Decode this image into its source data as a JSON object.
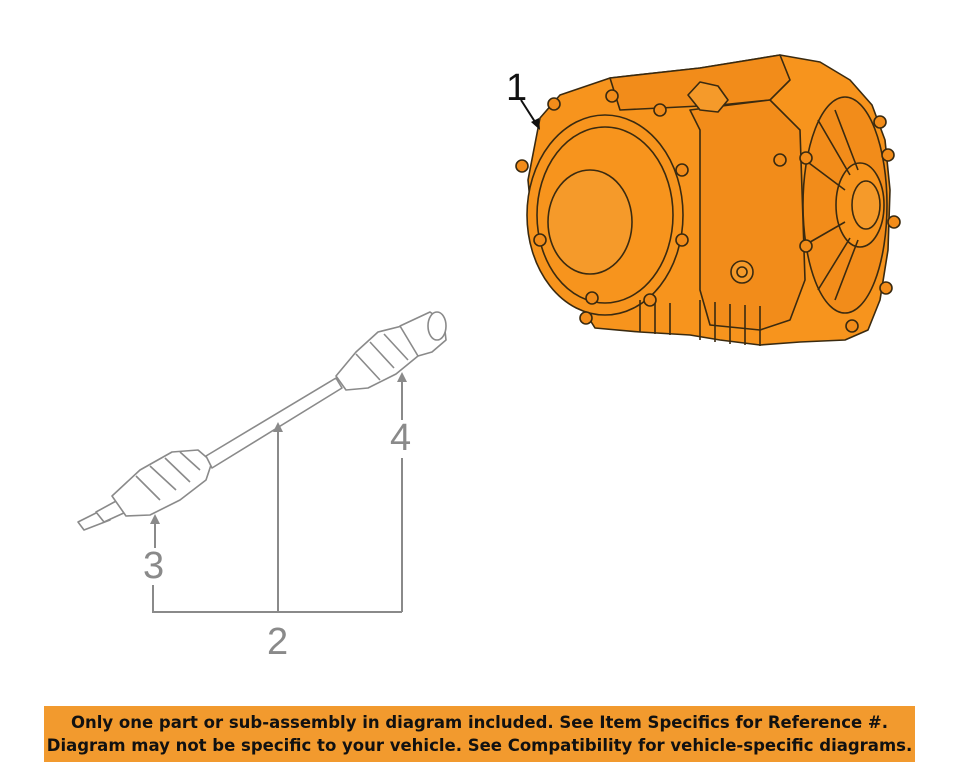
{
  "callouts": {
    "part_1": "1",
    "part_2": "2",
    "part_3": "3",
    "part_4": "4"
  },
  "colors": {
    "highlight": "#F7941D",
    "outline": "#3a2a10",
    "shaft": "#8a8a8a",
    "banner": "#F29A2E"
  },
  "banner": {
    "line1": "Only one part or sub-assembly in diagram included. See Item Specifics for Reference #.",
    "line2": "Diagram may not be specific to your vehicle. See Compatibility for vehicle-specific diagrams."
  }
}
